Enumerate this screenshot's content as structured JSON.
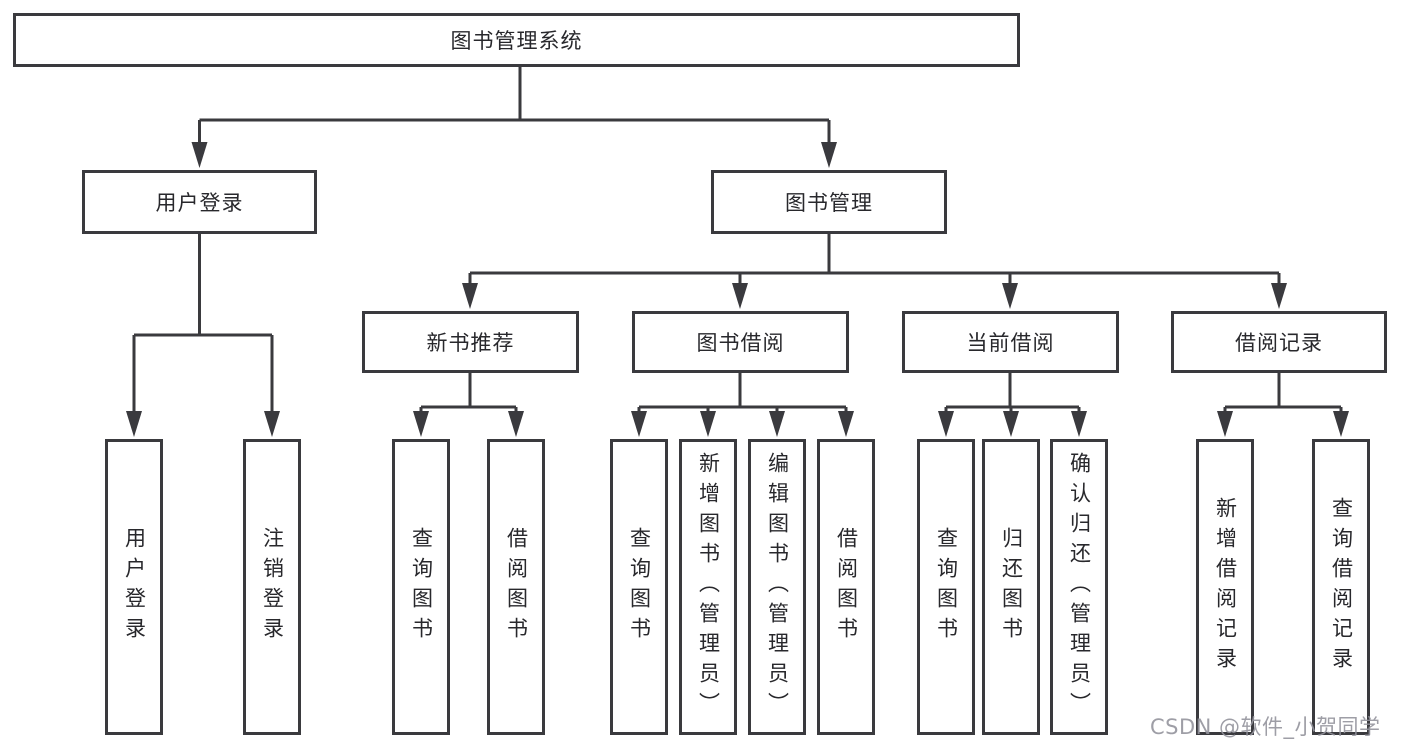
{
  "diagram": {
    "type": "hierarchy",
    "tree": {
      "label": "图书管理系统",
      "children": [
        {
          "label": "用户登录",
          "children": [
            {
              "label": "用户登录"
            },
            {
              "label": "注销登录"
            }
          ]
        },
        {
          "label": "图书管理",
          "children": [
            {
              "label": "新书推荐",
              "children": [
                {
                  "label": "查询图书"
                },
                {
                  "label": "借阅图书"
                }
              ]
            },
            {
              "label": "图书借阅",
              "children": [
                {
                  "label": "查询图书"
                },
                {
                  "label": "新增图书（管理员）"
                },
                {
                  "label": "编辑图书（管理员）"
                },
                {
                  "label": "借阅图书"
                }
              ]
            },
            {
              "label": "当前借阅",
              "children": [
                {
                  "label": "查询图书"
                },
                {
                  "label": "归还图书"
                },
                {
                  "label": "确认归还（管理员）"
                }
              ]
            },
            {
              "label": "借阅记录",
              "children": [
                {
                  "label": "新增借阅记录"
                },
                {
                  "label": "查询借阅记录"
                }
              ]
            }
          ]
        }
      ]
    }
  },
  "watermark": {
    "text": "CSDN @软件_小贺同学",
    "color": "#94949c"
  },
  "colors": {
    "background": "#ffffff",
    "line": "#3a3a3e",
    "box_border": "#3a3a3e",
    "box_fill": "#ffffff",
    "text": "#28282c"
  }
}
